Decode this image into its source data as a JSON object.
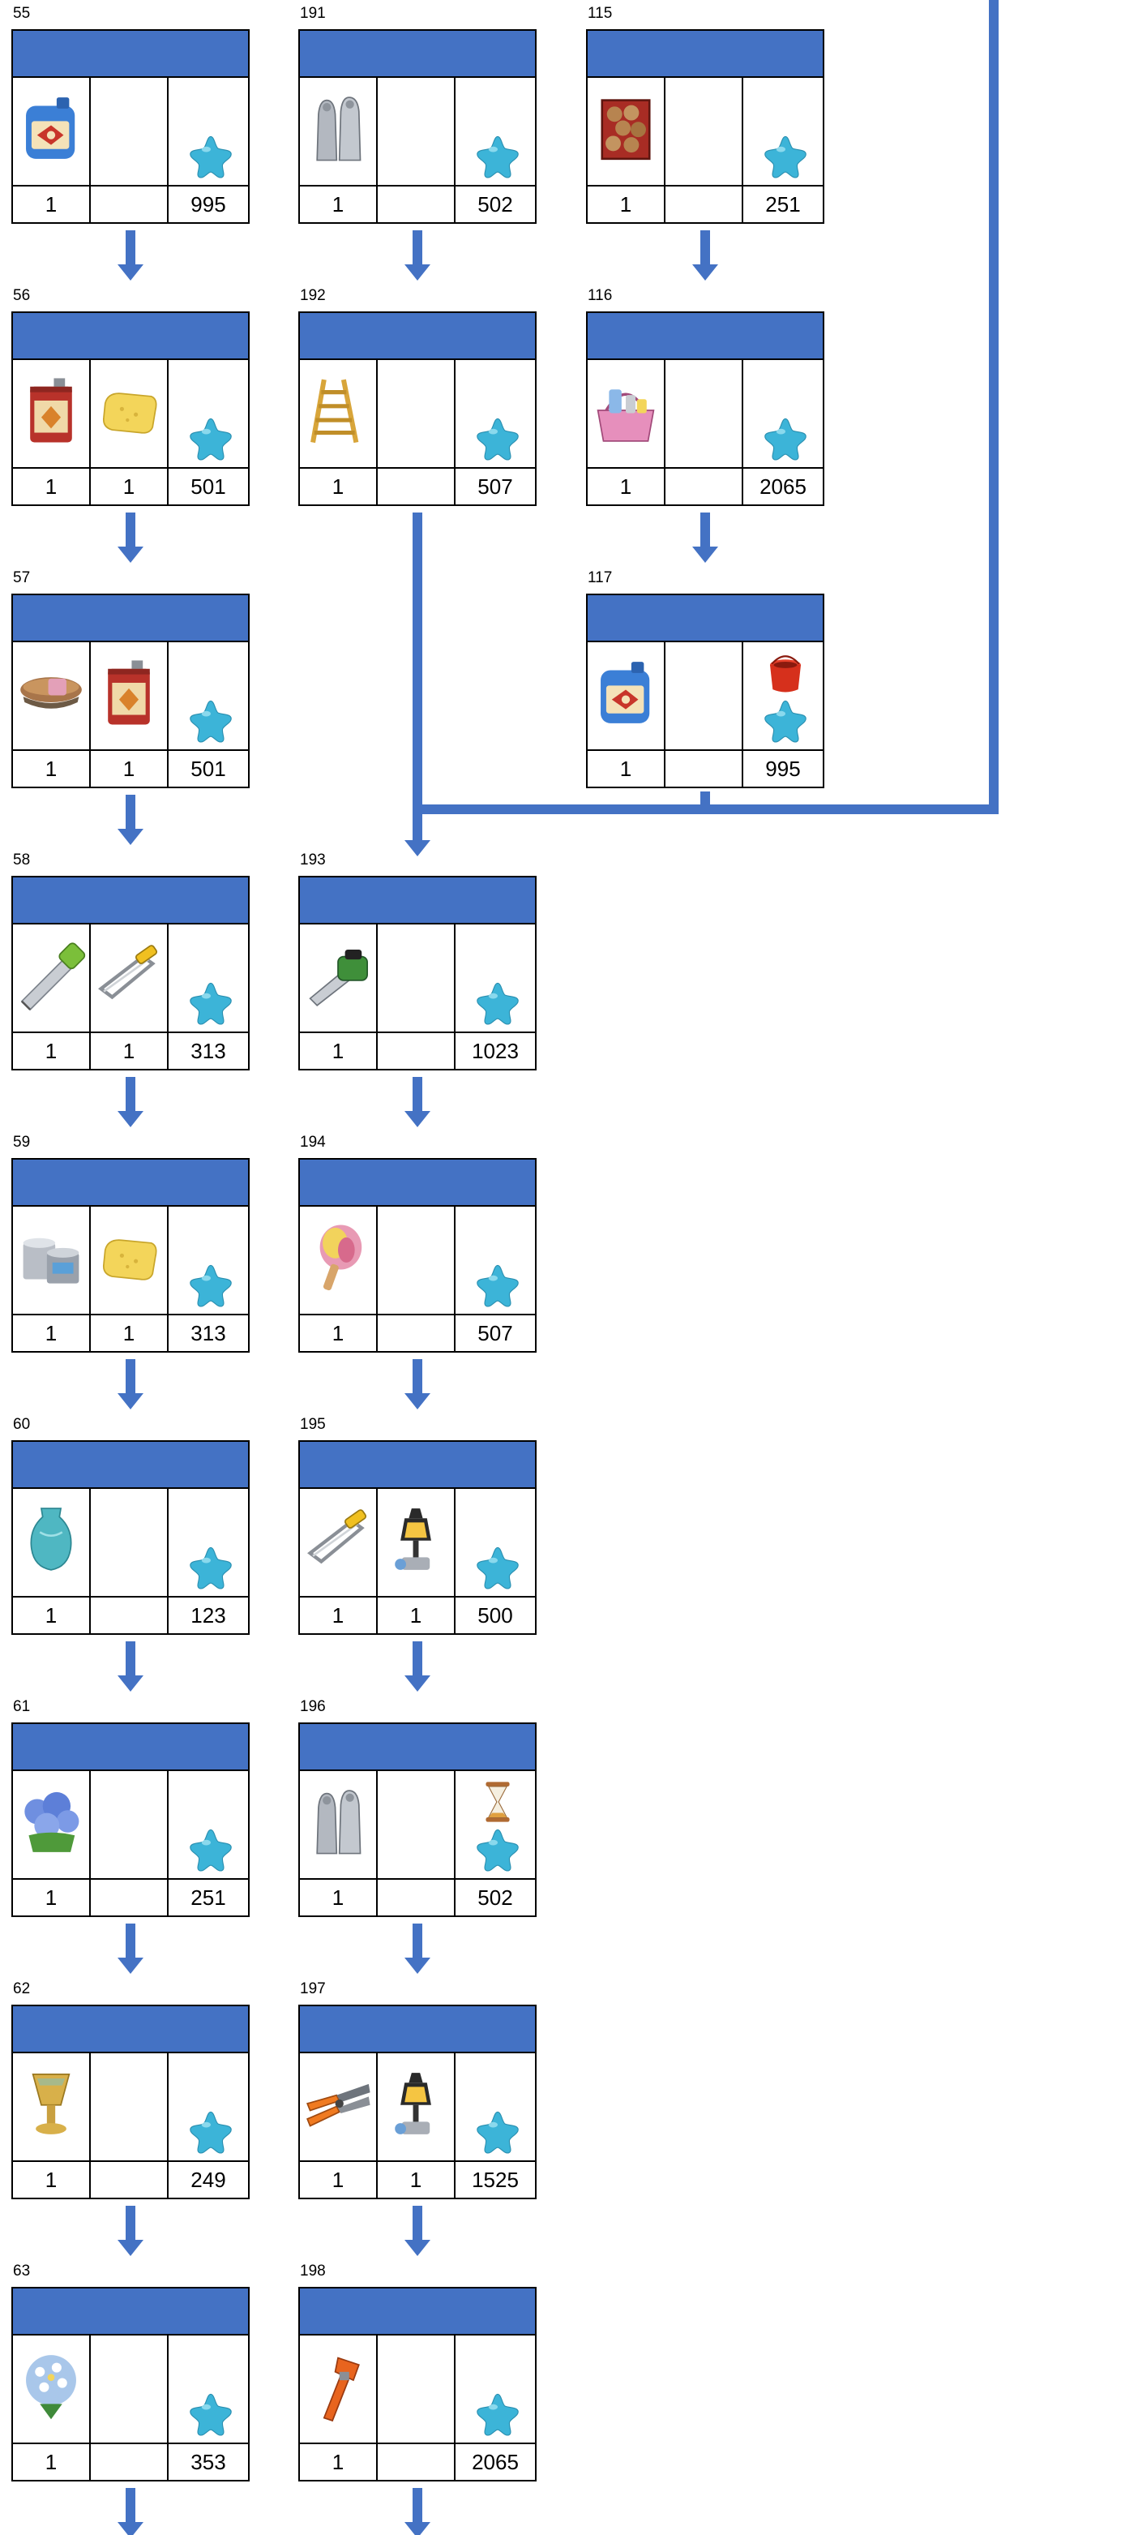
{
  "flow": {
    "connector_color": "#4472c4",
    "columns": [
      {
        "cards": [
          {
            "id": "55",
            "items": [
              {
                "icon": "blue-detergent-jug-icon",
                "qty": "1"
              }
            ],
            "reward": {
              "icons": [
                "blue-star-icon"
              ],
              "value": "995"
            }
          },
          {
            "id": "56",
            "items": [
              {
                "icon": "red-oil-can-icon",
                "qty": "1"
              },
              {
                "icon": "yellow-sponge-icon",
                "qty": "1"
              }
            ],
            "reward": {
              "icons": [
                "blue-star-icon"
              ],
              "value": "501"
            }
          },
          {
            "id": "57",
            "items": [
              {
                "icon": "scrub-brush-icon",
                "qty": "1"
              },
              {
                "icon": "red-oil-can-icon",
                "qty": "1"
              }
            ],
            "reward": {
              "icons": [
                "blue-star-icon"
              ],
              "value": "501"
            }
          },
          {
            "id": "58",
            "items": [
              {
                "icon": "hand-saw-icon",
                "qty": "1"
              },
              {
                "icon": "hacksaw-icon",
                "qty": "1"
              }
            ],
            "reward": {
              "icons": [
                "blue-star-icon"
              ],
              "value": "313"
            }
          },
          {
            "id": "59",
            "items": [
              {
                "icon": "paint-cans-icon",
                "qty": "1"
              },
              {
                "icon": "yellow-sponge-icon",
                "qty": "1"
              }
            ],
            "reward": {
              "icons": [
                "blue-star-icon"
              ],
              "value": "313"
            }
          },
          {
            "id": "60",
            "items": [
              {
                "icon": "teal-vase-icon",
                "qty": "1"
              }
            ],
            "reward": {
              "icons": [
                "blue-star-icon"
              ],
              "value": "123"
            }
          },
          {
            "id": "61",
            "items": [
              {
                "icon": "hydrangea-plant-icon",
                "qty": "1"
              }
            ],
            "reward": {
              "icons": [
                "blue-star-icon"
              ],
              "value": "251"
            }
          },
          {
            "id": "62",
            "items": [
              {
                "icon": "golden-goblet-icon",
                "qty": "1"
              }
            ],
            "reward": {
              "icons": [
                "blue-star-icon"
              ],
              "value": "249"
            }
          },
          {
            "id": "63",
            "items": [
              {
                "icon": "flower-bouquet-icon",
                "qty": "1"
              }
            ],
            "reward": {
              "icons": [
                "blue-star-icon"
              ],
              "value": "353"
            }
          }
        ]
      },
      {
        "cards": [
          {
            "id": "191",
            "items": [
              {
                "icon": "stone-statues-icon",
                "qty": "1"
              }
            ],
            "reward": {
              "icons": [
                "blue-star-icon"
              ],
              "value": "502"
            }
          },
          {
            "id": "192",
            "items": [
              {
                "icon": "wooden-ladder-icon",
                "qty": "1"
              }
            ],
            "reward": {
              "icons": [
                "blue-star-icon"
              ],
              "value": "507"
            }
          },
          {
            "id": "193",
            "items": [
              {
                "icon": "chainsaw-icon",
                "qty": "1"
              }
            ],
            "reward": {
              "icons": [
                "blue-star-icon"
              ],
              "value": "1023"
            }
          },
          {
            "id": "194",
            "items": [
              {
                "icon": "feather-duster-icon",
                "qty": "1"
              }
            ],
            "reward": {
              "icons": [
                "blue-star-icon"
              ],
              "value": "507"
            }
          },
          {
            "id": "195",
            "items": [
              {
                "icon": "hacksaw-icon",
                "qty": "1"
              },
              {
                "icon": "street-lamp-icon",
                "qty": "1"
              }
            ],
            "reward": {
              "icons": [
                "blue-star-icon"
              ],
              "value": "500"
            }
          },
          {
            "id": "196",
            "items": [
              {
                "icon": "stone-statues-icon",
                "qty": "1"
              }
            ],
            "reward": {
              "icons": [
                "hourglass-icon",
                "blue-star-icon"
              ],
              "value": "502"
            }
          },
          {
            "id": "197",
            "items": [
              {
                "icon": "pliers-icon",
                "qty": "1"
              },
              {
                "icon": "street-lamp-icon",
                "qty": "1"
              }
            ],
            "reward": {
              "icons": [
                "blue-star-icon"
              ],
              "value": "1525"
            }
          },
          {
            "id": "198",
            "items": [
              {
                "icon": "pipe-wrench-icon",
                "qty": "1"
              }
            ],
            "reward": {
              "icons": [
                "blue-star-icon"
              ],
              "value": "2065"
            }
          }
        ]
      },
      {
        "cards": [
          {
            "id": "115",
            "items": [
              {
                "icon": "firewood-rack-icon",
                "qty": "1"
              }
            ],
            "reward": {
              "icons": [
                "blue-star-icon"
              ],
              "value": "251"
            }
          },
          {
            "id": "116",
            "items": [
              {
                "icon": "cleaning-basket-icon",
                "qty": "1"
              }
            ],
            "reward": {
              "icons": [
                "blue-star-icon"
              ],
              "value": "2065"
            }
          },
          {
            "id": "117",
            "items": [
              {
                "icon": "blue-detergent-jug-icon",
                "qty": "1"
              }
            ],
            "reward": {
              "icons": [
                "red-bucket-icon",
                "blue-star-icon"
              ],
              "value": "995"
            }
          }
        ]
      }
    ]
  }
}
